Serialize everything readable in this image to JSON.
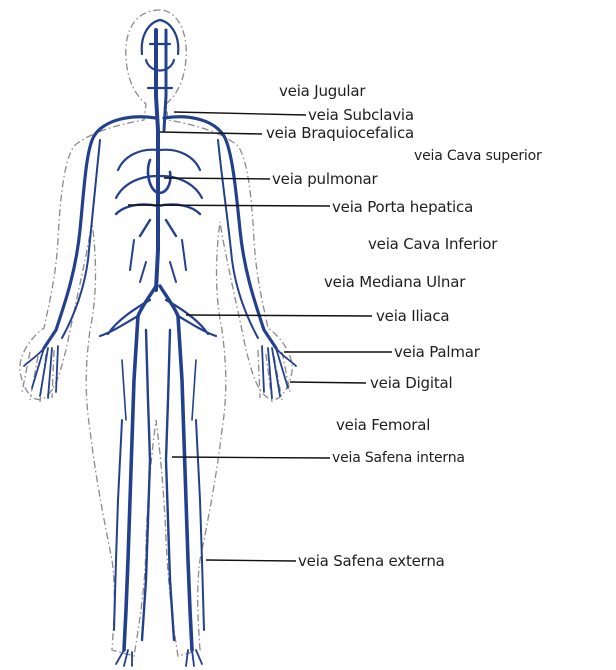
{
  "colors": {
    "background": "#ffffff",
    "vein": "#23408f",
    "outline": "#8a8a8a",
    "leader_line": "#111111",
    "label_text": "#1e1e1e"
  },
  "figure": {
    "subject": "human-body-venous-system",
    "labels": [
      {
        "id": "jugular",
        "text": "veia Jugular"
      },
      {
        "id": "subclavia",
        "text": "veia Subclavia"
      },
      {
        "id": "braquiocefalica",
        "text": "veia Braquiocefalica"
      },
      {
        "id": "cava-superior",
        "text": "veia Cava superior"
      },
      {
        "id": "pulmonar",
        "text": "veia pulmonar"
      },
      {
        "id": "porta-hepatica",
        "text": "veia Porta hepatica"
      },
      {
        "id": "cava-inferior",
        "text": "veia Cava Inferior"
      },
      {
        "id": "mediana-ulnar",
        "text": "veia Mediana Ulnar"
      },
      {
        "id": "iliaca",
        "text": "veia Iliaca"
      },
      {
        "id": "palmar",
        "text": "veia Palmar"
      },
      {
        "id": "digital",
        "text": "veia Digital"
      },
      {
        "id": "femoral",
        "text": "veia Femoral"
      },
      {
        "id": "safena-interna",
        "text": "veia Safena interna"
      },
      {
        "id": "safena-externa",
        "text": "veia Safena externa"
      }
    ]
  }
}
